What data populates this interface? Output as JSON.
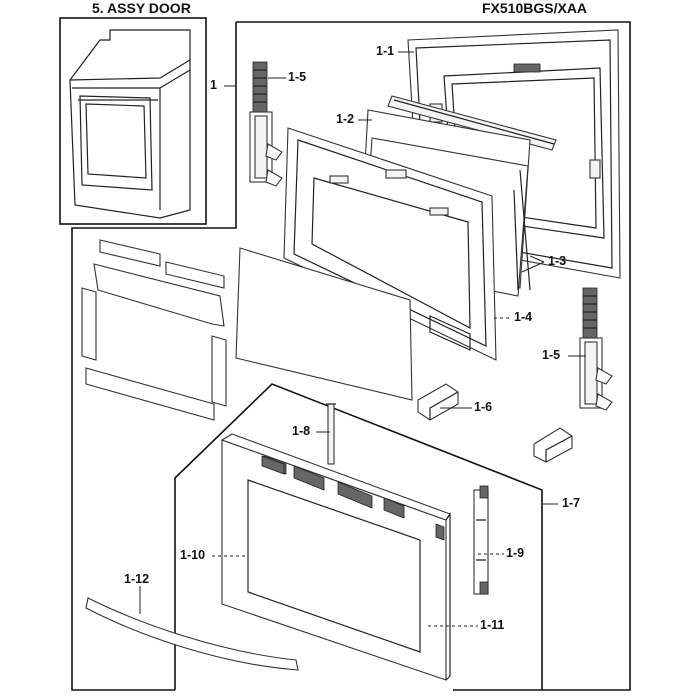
{
  "header": {
    "assembly_title": "5. ASSY DOOR",
    "model_number": "FX510BGS/XAA"
  },
  "callouts": {
    "c1": "1",
    "c1_1": "1-1",
    "c1_2": "1-2",
    "c1_3": "1-3",
    "c1_4": "1-4",
    "c1_5a": "1-5",
    "c1_5b": "1-5",
    "c1_6": "1-6",
    "c1_7": "1-7",
    "c1_8": "1-8",
    "c1_9": "1-9",
    "c1_10": "1-10",
    "c1_11": "1-11",
    "c1_12": "1-12"
  }
}
